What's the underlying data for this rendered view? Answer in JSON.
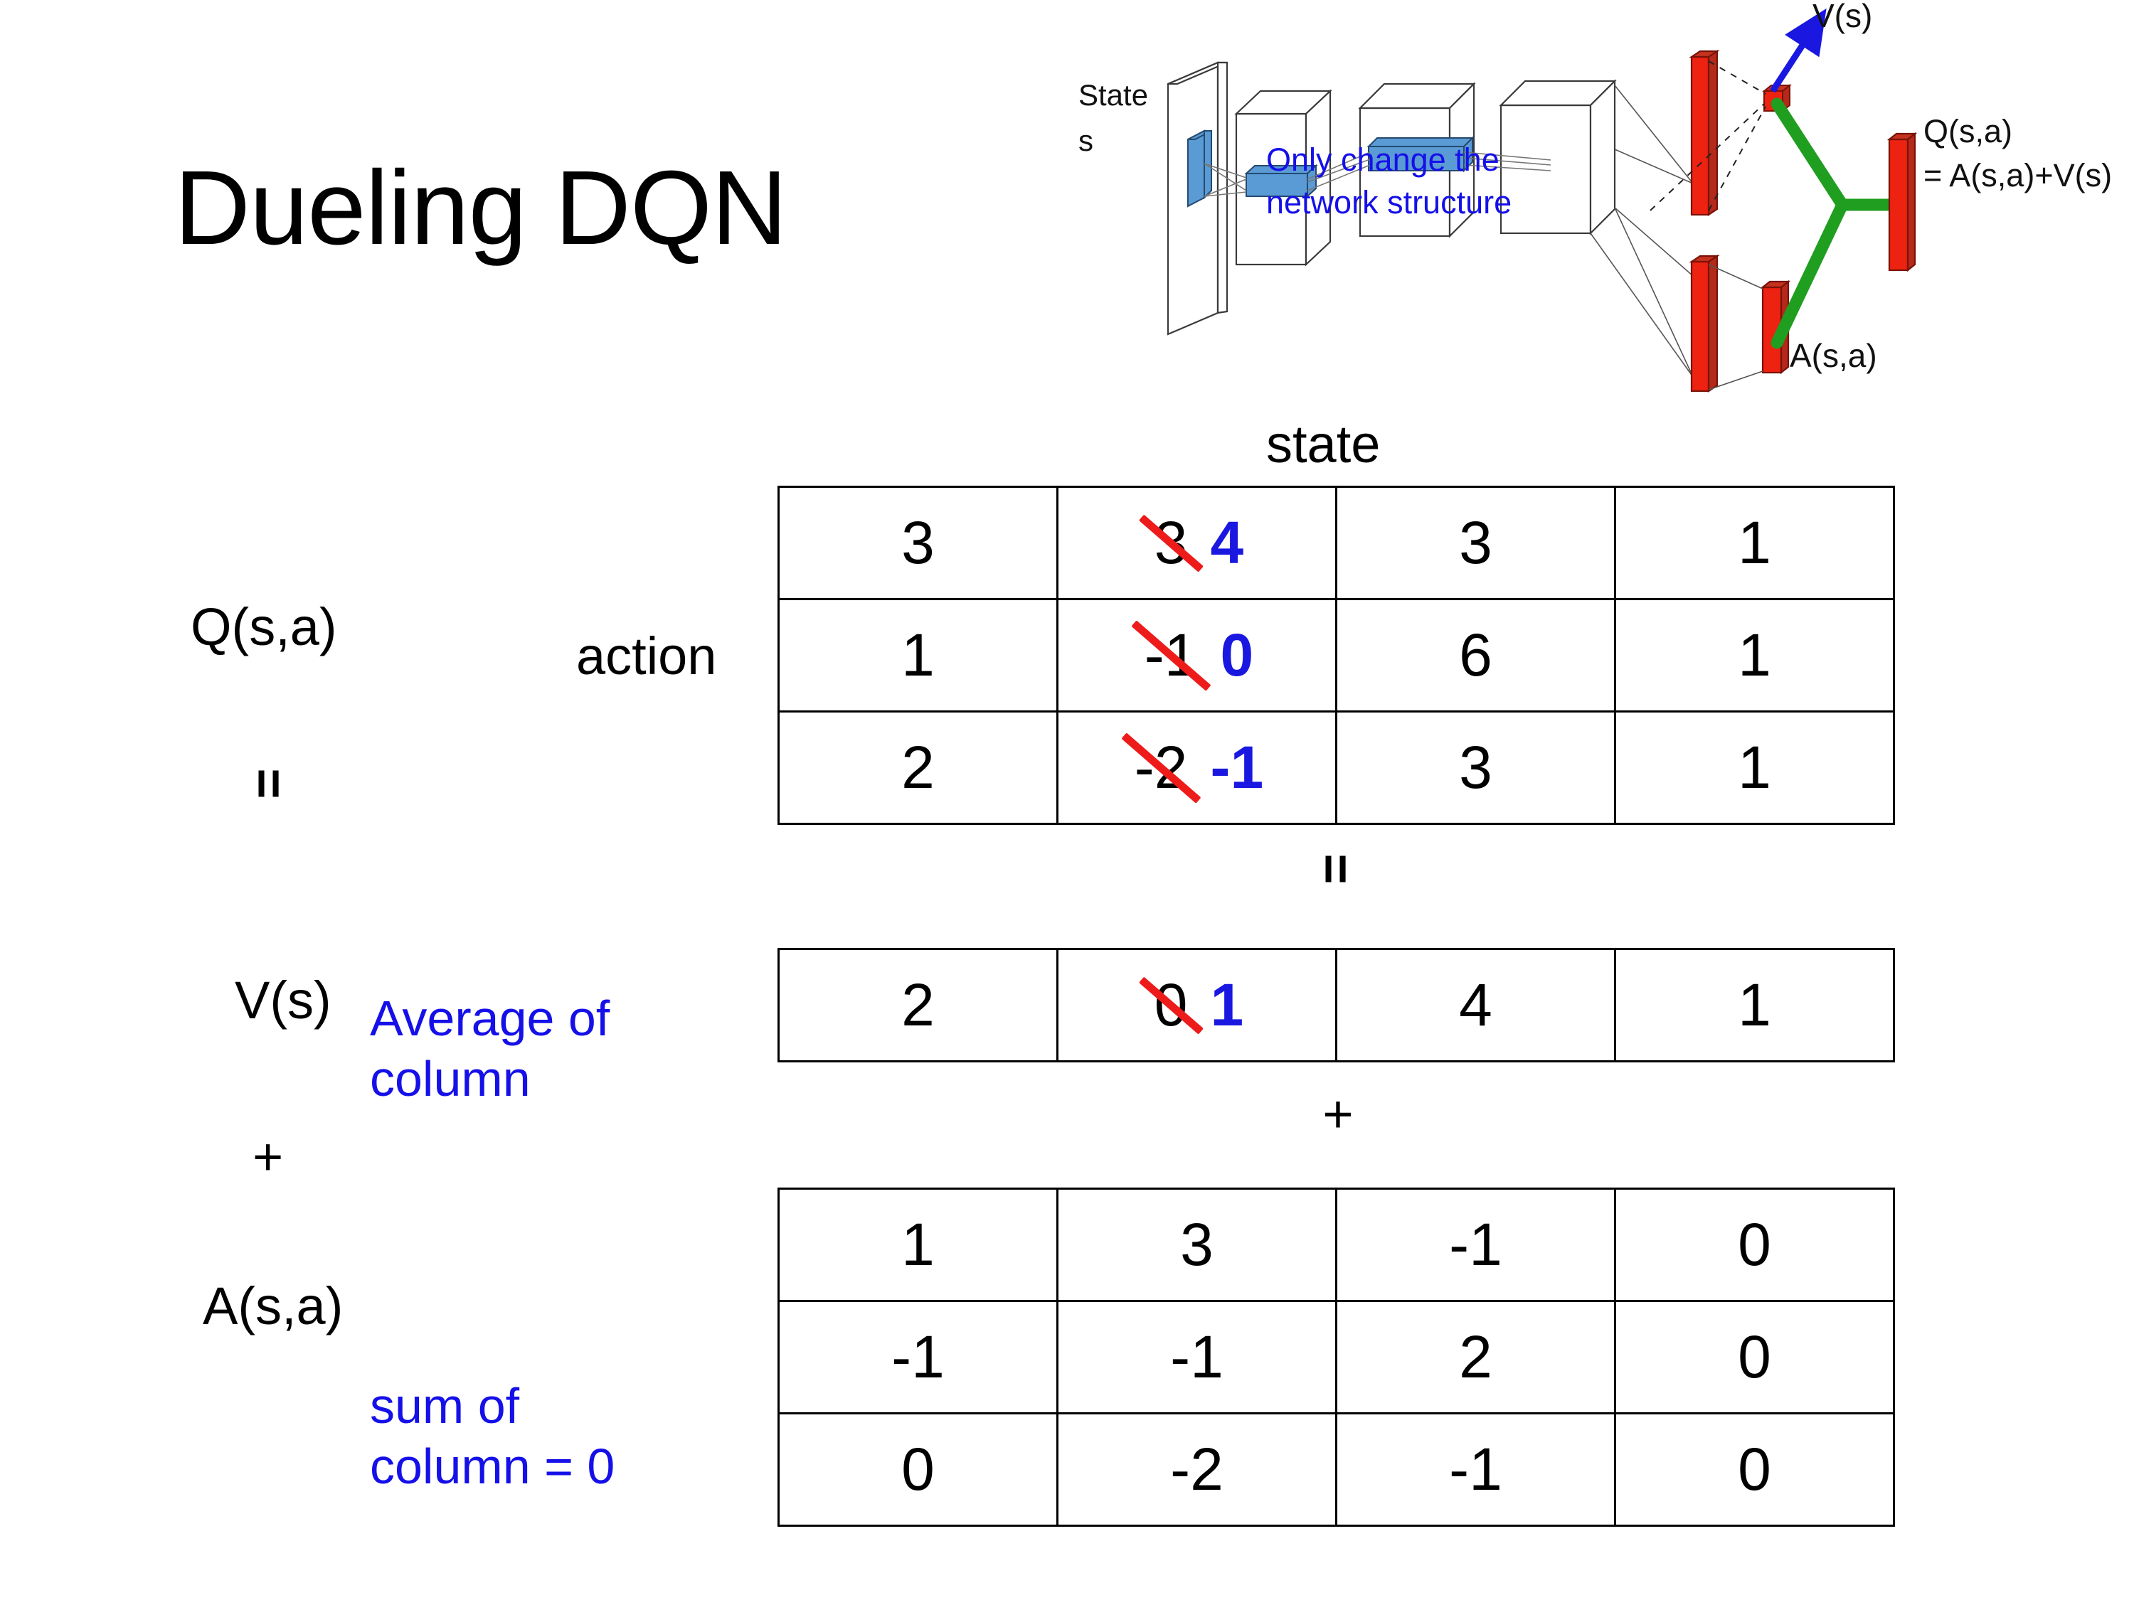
{
  "title": "Dueling DQN",
  "diagram": {
    "input_label_line1": "State",
    "input_label_line2": "s",
    "note_line1": "Only change the",
    "note_line2": "network structure",
    "value_stream_label": "V(s)",
    "advantage_stream_label": "A(s,a)",
    "output_label_line1": "Q(s,a)",
    "output_label_line2": "= A(s,a)+V(s)",
    "colors": {
      "note": "#1510e8",
      "arrow": "#1a18e0",
      "bar": "#ee2211",
      "merge": "#1f9e1f",
      "filter": "#5b9bd5"
    }
  },
  "labels": {
    "q_label": "Q(s,a)",
    "v_label": "V(s)",
    "a_label": "A(s,a)",
    "action_label": "action",
    "state_label": "state",
    "equals_1": "=",
    "equals_2": "=",
    "plus_1": "+",
    "plus_2": "+",
    "avg_note_line1": "Average of",
    "avg_note_line2": "column",
    "sum_note_line1": "sum of",
    "sum_note_line2": "column = 0",
    "note_color": "#1510e8",
    "edit_color": "#1a18e0",
    "strike_color": "#ee1b1b"
  },
  "chart_data": {
    "type": "table",
    "title": "Dueling DQN value decomposition tables",
    "xlabel": "state",
    "ylabel": "action",
    "tables": [
      {
        "name": "Q(s,a)",
        "rows": 3,
        "cols": 4,
        "values": [
          [
            "3",
            "3",
            "3",
            "1"
          ],
          [
            "1",
            "-1",
            "6",
            "1"
          ],
          [
            "2",
            "-2",
            "3",
            "1"
          ]
        ],
        "edits": [
          {
            "row": 0,
            "col": 1,
            "old": "3",
            "new": "4"
          },
          {
            "row": 1,
            "col": 1,
            "old": "-1",
            "new": "0"
          },
          {
            "row": 2,
            "col": 1,
            "old": "-2",
            "new": "-1"
          }
        ]
      },
      {
        "name": "V(s)",
        "rows": 1,
        "cols": 4,
        "values": [
          [
            "2",
            "0",
            "4",
            "1"
          ]
        ],
        "edits": [
          {
            "row": 0,
            "col": 1,
            "old": "0",
            "new": "1"
          }
        ]
      },
      {
        "name": "A(s,a)",
        "rows": 3,
        "cols": 4,
        "values": [
          [
            "1",
            "3",
            "-1",
            "0"
          ],
          [
            "-1",
            "-1",
            "2",
            "0"
          ],
          [
            "0",
            "-2",
            "-1",
            "0"
          ]
        ],
        "edits": []
      }
    ]
  }
}
